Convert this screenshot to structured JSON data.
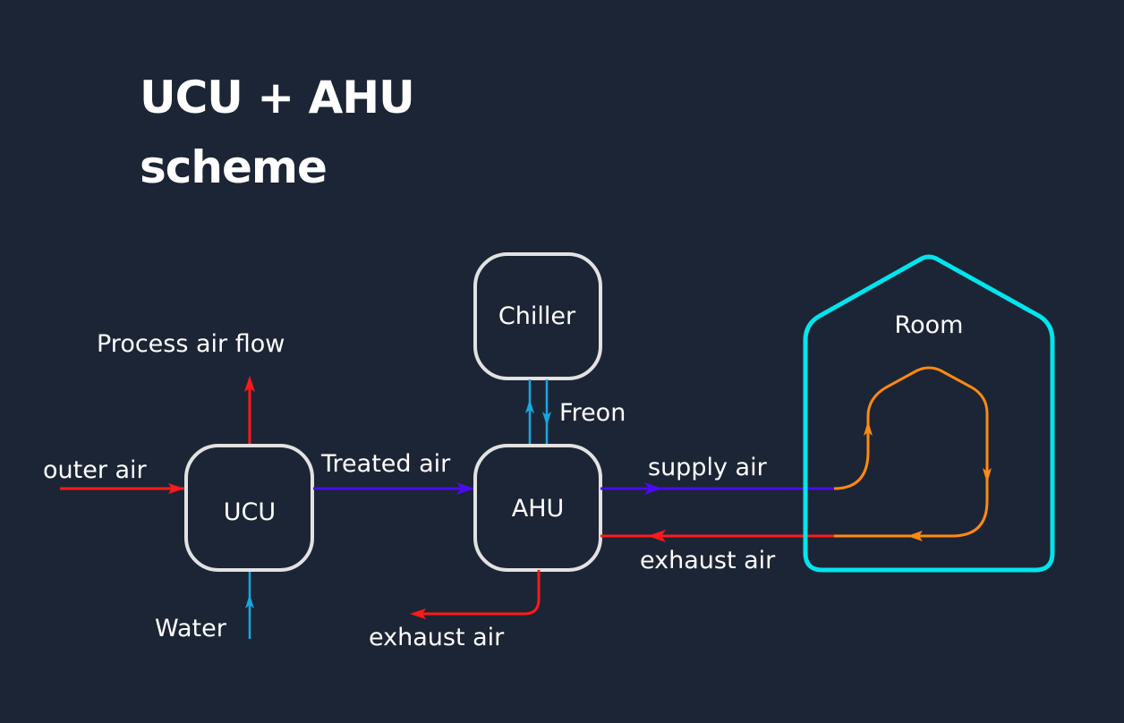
{
  "title": {
    "line1": "UCU + AHU",
    "line2": "scheme"
  },
  "colors": {
    "background": "#1c2535",
    "node_border": "#e2e2e2",
    "hot_air": "#ff1a1a",
    "treated_air": "#4a0bf0",
    "coolant": "#19a7e0",
    "room_border": "#00e5ee",
    "room_circulation": "#ff8a10",
    "text": "#ffffff"
  },
  "nodes": {
    "ucu": "UCU",
    "ahu": "AHU",
    "chiller": "Chiller",
    "room": "Room"
  },
  "flows": {
    "outer_air": "outer air",
    "process_air_flow": "Process air flow",
    "water": "Water",
    "treated_air": "Treated air",
    "freon": "Freon",
    "supply_air": "supply air",
    "exhaust_air_return": "exhaust air",
    "exhaust_air_out": "exhaust air"
  }
}
